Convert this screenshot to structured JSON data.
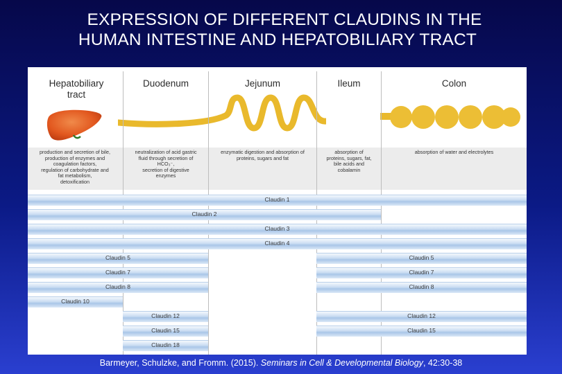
{
  "title": {
    "line1": "EXPRESSION OF DIFFERENT CLAUDINS IN THE",
    "line2": "HUMAN INTESTINE AND HEPATOBILIARY TRACT"
  },
  "columns": [
    {
      "name": "Hepatobiliary\ntract",
      "description": "production and secretion of bile,\nproduction of enzymes and\ncoagulation factors,\nregulation of carbohydrate and\nfat metabolism,\ndetoxification"
    },
    {
      "name": "Duodenum",
      "description": "neutralization of acid gastric\nfluid through secretion of\nHCO₃⁻,\nsecretion of digestive\nenzymes"
    },
    {
      "name": "Jejunum",
      "description": "enzymatic digestion and absorption of\nproteins, sugars and fat"
    },
    {
      "name": "Ileum",
      "description": "absorption of\nproteins, sugars, fat,\nbile acids and\ncobalamin"
    },
    {
      "name": "Colon",
      "description": "absorption of water and electrolytes"
    }
  ],
  "claudins": [
    {
      "label": "Claudin 1",
      "segments": [
        [
          0,
          4
        ]
      ]
    },
    {
      "label": "Claudin 2",
      "segments": [
        [
          0,
          3
        ]
      ]
    },
    {
      "label": "Claudin 3",
      "segments": [
        [
          0,
          4
        ]
      ]
    },
    {
      "label": "Claudin 4",
      "segments": [
        [
          0,
          4
        ]
      ]
    },
    {
      "label": "Claudin 5",
      "segments": [
        [
          0,
          1
        ],
        [
          3,
          4
        ]
      ]
    },
    {
      "label": "Claudin 7",
      "segments": [
        [
          0,
          1
        ],
        [
          3,
          4
        ]
      ]
    },
    {
      "label": "Claudin 8",
      "segments": [
        [
          0,
          1
        ],
        [
          3,
          4
        ]
      ]
    },
    {
      "label": "Claudin 10",
      "segments": [
        [
          0,
          0
        ]
      ]
    },
    {
      "label": "Claudin 12",
      "segments": [
        [
          1,
          1
        ],
        [
          3,
          4
        ]
      ]
    },
    {
      "label": "Claudin 15",
      "segments": [
        [
          1,
          1
        ],
        [
          3,
          4
        ]
      ]
    },
    {
      "label": "Claudin 18",
      "segments": [
        [
          1,
          1
        ]
      ]
    }
  ],
  "citation": {
    "authors": "Barmeyer, Schulzke, and Fromm. (2015). ",
    "journal": "Seminars in Cell & Developmental Biology",
    "rest": ", 42:30-38"
  },
  "colors": {
    "liver": "#e2581f",
    "intestine": "#e9b92c",
    "bar": "#a9c6e8"
  }
}
